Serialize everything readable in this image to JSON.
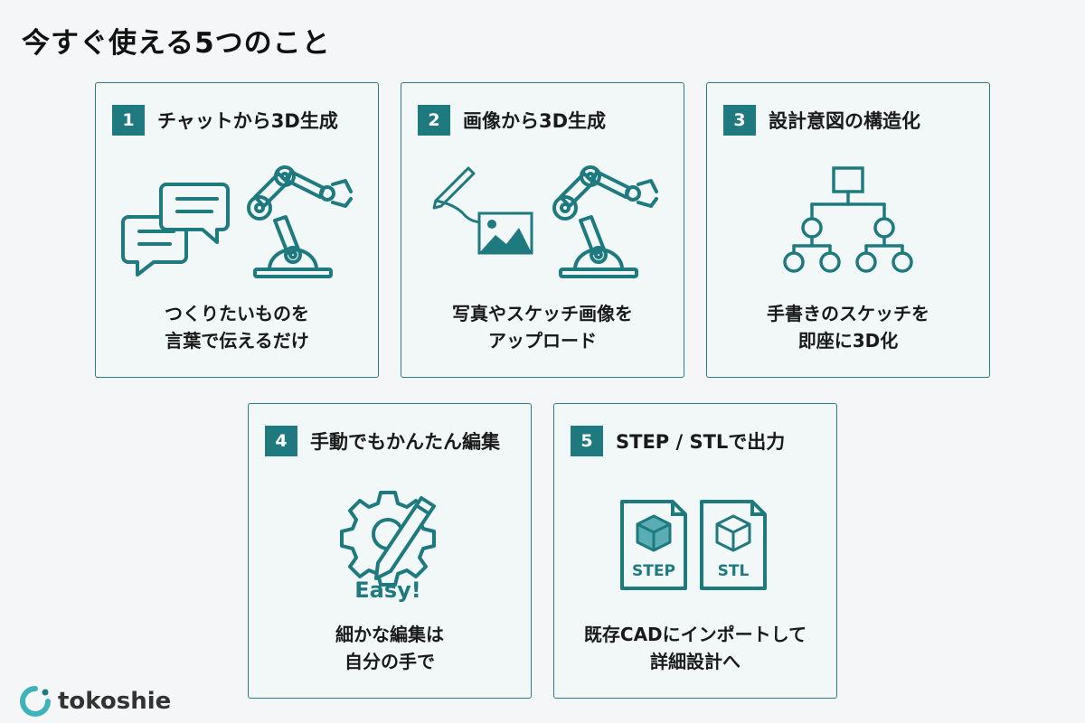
{
  "page": {
    "title": "今すぐ使える5つのこと"
  },
  "colors": {
    "accent": "#1f7a80",
    "card_border": "#2b7d82",
    "card_bg": "#f2f8f8",
    "background": "#f5f6f7",
    "logo_ring": "#3fb3b9"
  },
  "cards": [
    {
      "number": "1",
      "title": "チャットから3D生成",
      "icons": [
        "chat-bubbles-icon",
        "robot-arm-icon"
      ],
      "desc_lines": [
        "つくりたいものを",
        "言葉で伝えるだけ"
      ]
    },
    {
      "number": "2",
      "title": "画像から3D生成",
      "icons": [
        "pen-icon",
        "image-icon",
        "robot-arm-icon"
      ],
      "desc_lines": [
        "写真やスケッチ画像を",
        "アップロード"
      ]
    },
    {
      "number": "3",
      "title": "設計意図の構造化",
      "icons": [
        "tree-diagram-icon"
      ],
      "desc_lines": [
        "手書きのスケッチを",
        "即座に3D化"
      ]
    },
    {
      "number": "4",
      "title": "手動でもかんたん編集",
      "icons": [
        "gear-pencil-icon"
      ],
      "icon_text": "Easy!",
      "desc_lines": [
        "細かな編集は",
        "自分の手で"
      ]
    },
    {
      "number": "5",
      "title": "STEP / STLで出力",
      "icons": [
        "step-file-icon",
        "stl-file-icon"
      ],
      "file_labels": [
        "STEP",
        "STL"
      ],
      "desc_lines": [
        "既存CADにインポートして",
        "詳細設計へ"
      ]
    }
  ],
  "logo": {
    "text": "tokoshie"
  }
}
